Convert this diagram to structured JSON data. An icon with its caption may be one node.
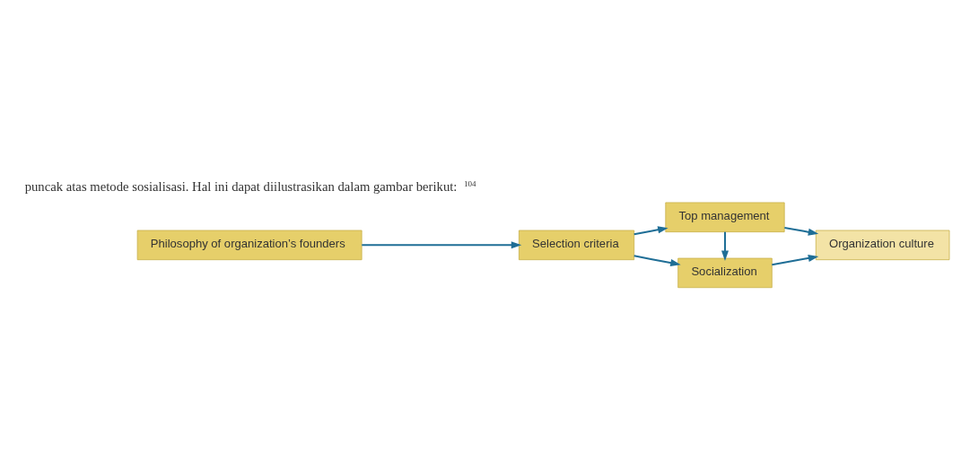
{
  "diagram": {
    "nodes": [
      {
        "text": [
          "Philosophy of organization’s founders"
        ]
      },
      {
        "text": [
          "Selection criteria"
        ]
      },
      {
        "text": [
          "Top management"
        ]
      },
      {
        "text": [
          "Socialization"
        ]
      },
      {
        "text": [
          "Organization culture"
        ]
      }
    ],
    "edges": [
      {
        "from": 0,
        "to": 1,
        "arrow": "to"
      },
      {
        "from": 1,
        "to": 2,
        "arrow": "to"
      },
      {
        "from": 1,
        "to": 3,
        "arrow": "to"
      },
      {
        "from": 2,
        "to": 3,
        "arrow": "to"
      },
      {
        "from": 2,
        "to": 4,
        "arrow": "to"
      },
      {
        "from": 3,
        "to": 4,
        "arrow": "to"
      }
    ],
    "labels": [
      "puncak atas metode sosialisasi. Hal ini dapat diilustrasikan dalam gambar berikut:$^{104}$"
    ]
  }
}
